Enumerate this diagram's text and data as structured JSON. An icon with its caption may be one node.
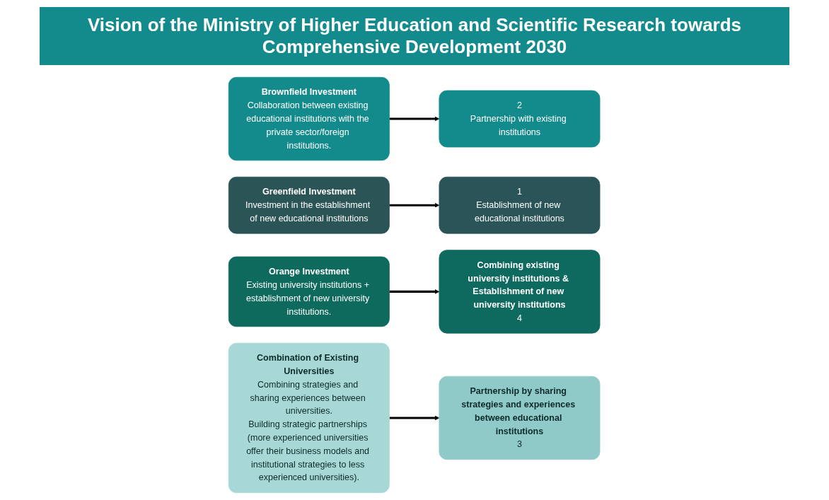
{
  "diagram": {
    "title": "Vision of the Ministry of Higher Education and Scientific Research towards Comprehensive Development 2030",
    "nodes": [
      {
        "text": [
          "Brownfield Investment",
          "Collaboration between existing educational institutions with the private sector/foreign institutions."
        ]
      },
      {
        "text": [
          "2",
          "Partnership with existing institutions"
        ]
      },
      {
        "text": [
          "1",
          "Establishment of new educational institutions"
        ]
      },
      {
        "text": [
          "Greenfield Investment",
          "Investment in the establishment of new educational institutions"
        ]
      },
      {
        "text": [
          "Orange Investment",
          "Existing university institutions + establishment of new university institutions."
        ]
      },
      {
        "text": [
          "Combining existing university institutions & Establishment of new university institutions",
          "4"
        ]
      },
      {
        "text": [
          "Partnership by sharing strategies and experiences between educational institutions",
          "3"
        ]
      },
      {
        "text": [
          "Combination of Existing Universities",
          "Combining strategies and sharing experiences between universities.",
          "Building strategic partnerships (more experienced universities offer their business models and institutional strategies to less experienced universities)."
        ]
      }
    ],
    "edges": [
      {
        "from": 0,
        "to": 1,
        "arrow": "to"
      },
      {
        "from": 3,
        "to": 2,
        "arrow": "to"
      },
      {
        "from": 4,
        "to": 5,
        "arrow": "to"
      },
      {
        "from": 7,
        "to": 6,
        "arrow": "to"
      }
    ]
  }
}
